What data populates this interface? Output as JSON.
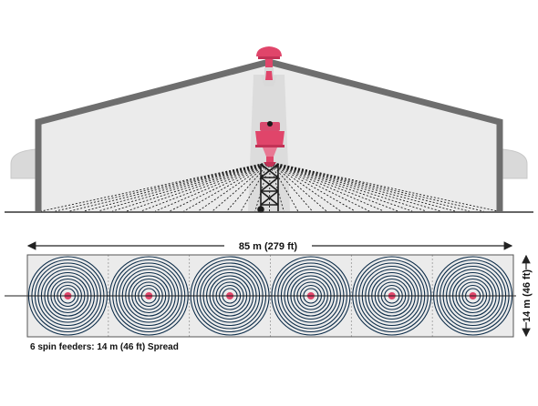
{
  "diagram": {
    "length_label": "85 m (279 ft)",
    "width_label": "14 m (46 ft)",
    "caption": "6 spin feeders: 14 m (46 ft) Spread",
    "feeder_count": 6,
    "colors": {
      "structure": "#6e6e6e",
      "interior": "#ebebeb",
      "wall_fill": "#f7f7f7",
      "feeder": "#e0456a",
      "feeder_dark": "#c23256",
      "vent": "#d9d9d9",
      "rings": "#0d2d4a",
      "ground": "#333333"
    },
    "icons": [
      "roof-vent-icon",
      "spin-feeder-icon",
      "feeder-tower-icon"
    ]
  }
}
